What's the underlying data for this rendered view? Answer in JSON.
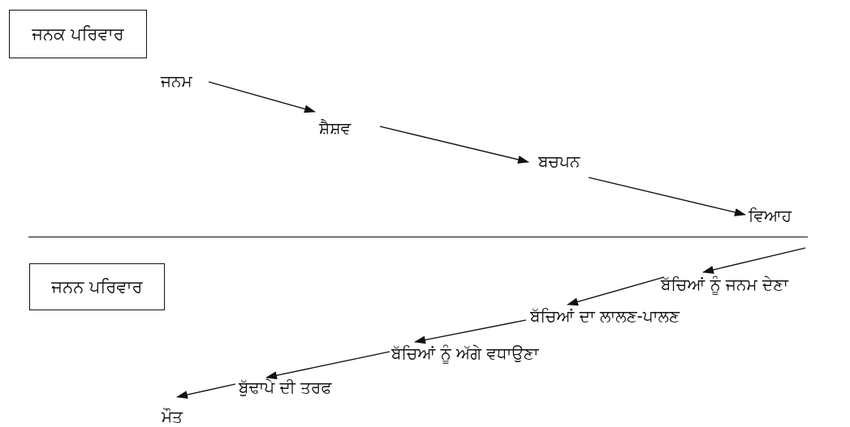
{
  "boxes": {
    "family_of_origin": "ਜਨਕ ਪਰਿਵਾਰ",
    "family_of_procreation": "ਜਨਨ ਪਰਿਵਾਰ"
  },
  "stages": {
    "birth": "ਜਨਮ",
    "infancy": "ਸ਼ੈਸ਼ਵ",
    "childhood": "ਬਚਪਨ",
    "marriage": "ਵਿਆਹ",
    "giving_birth": "ਬੱਚਿਆਂ ਨੂੰ ਜਨਮ ਦੇਣਾ",
    "raising_children": "ਬੱਚਿਆਂ ਦਾ ਲਾਲਣ-ਪਾਲਣ",
    "advancing_children": "ਬੱਚਿਆਂ ਨੂੰ ਅੱਗੇ ਵਧਾਉਣਾ",
    "old_age": "ਬੁੱਢਾਪੇ ਦੀ ਤਰਫ",
    "death": "ਮੌਤ"
  }
}
